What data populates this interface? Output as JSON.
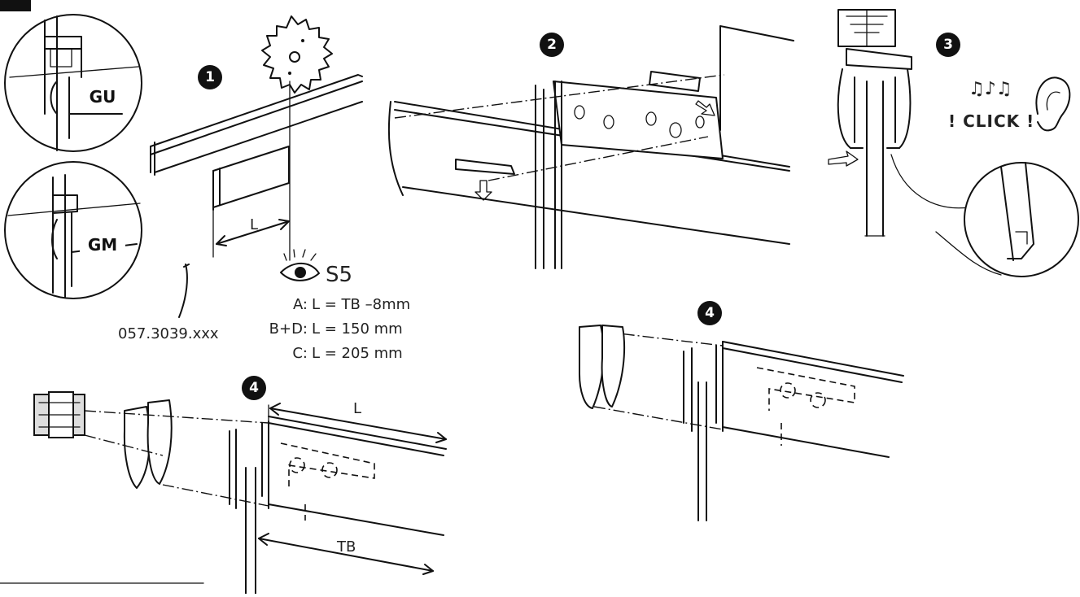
{
  "steps": [
    {
      "number": "1"
    },
    {
      "number": "2"
    },
    {
      "number": "3"
    },
    {
      "number": "4"
    },
    {
      "number": "4"
    }
  ],
  "callouts": {
    "gu": "GU",
    "gm": "GM",
    "click": "! CLICK !"
  },
  "part_number": "057.3039.xxx",
  "dimension_labels": {
    "l_cut": "L",
    "l_run": "L",
    "tb": "TB"
  },
  "reference": {
    "label": "S5",
    "icon": "eye-icon"
  },
  "length_table": [
    {
      "type": "A:",
      "formula": "L = TB –8mm"
    },
    {
      "type": "B+D:",
      "formula": "L = 150 mm"
    },
    {
      "type": "C:",
      "formula": "L = 205 mm"
    }
  ],
  "icons": [
    "saw-blade-icon",
    "music-notes-icon",
    "ear-icon",
    "arrow-icon"
  ],
  "colors": {
    "ink": "#111111",
    "paper": "#ffffff"
  }
}
